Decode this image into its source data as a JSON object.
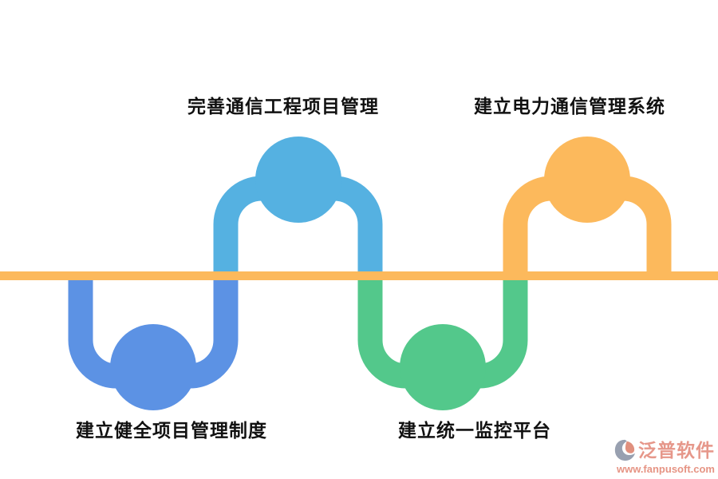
{
  "diagram": {
    "title_hint": "serpentine process diagram on baseline",
    "background_color": "#ffffff",
    "baseline_color": "#fcb95c",
    "steps": [
      {
        "label": "建立健全项目管理制度",
        "color": "#5c92e4",
        "position": "below-line"
      },
      {
        "label": "完善通信工程项目管理",
        "color": "#55b1e1",
        "position": "above-line"
      },
      {
        "label": "建立统一监控平台",
        "color": "#53c88b",
        "position": "below-line"
      },
      {
        "label": "建立电力通信管理系统",
        "color": "#fcb95c",
        "position": "above-line"
      }
    ]
  },
  "watermark": {
    "brand": "泛普软件",
    "url": "www.fanpusoft.com",
    "text_color": "#e6978a",
    "icon": "fanpu-swirl-logo",
    "icon_colors": {
      "gray": "#98a0b0",
      "coral": "#e0907e"
    }
  }
}
